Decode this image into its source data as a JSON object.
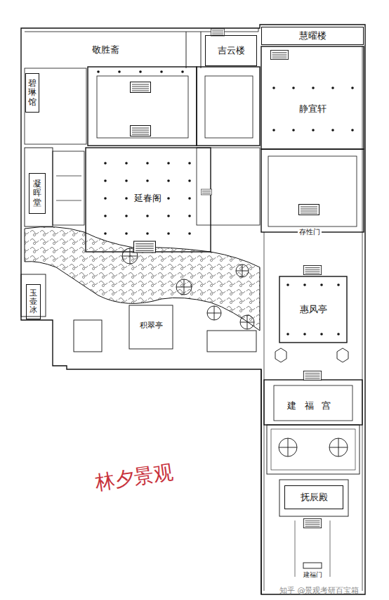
{
  "diagram": {
    "nodes": [
      {
        "text": [
          "敬胜斋"
        ]
      },
      {
        "text": [
          "吉云楼"
        ]
      },
      {
        "text": [
          "慧曜楼"
        ]
      },
      {
        "text": [
          "碧琳馆"
        ]
      },
      {
        "text": [
          "静宜轩"
        ]
      },
      {
        "text": [
          "延春阁"
        ]
      },
      {
        "text": [
          "凝晖堂"
        ]
      },
      {
        "text": [
          "存性门"
        ]
      },
      {
        "text": [
          "积翠亭"
        ]
      },
      {
        "text": [
          "玉壶冰"
        ]
      },
      {
        "text": [
          "惠风亭"
        ]
      },
      {
        "text": [
          "建福宫"
        ]
      },
      {
        "text": [
          "抚辰殿"
        ]
      },
      {
        "text": [
          "建福门"
        ]
      }
    ],
    "edges": [],
    "labels": [
      "林夕景观",
      "知乎 @景观考研百宝箱"
    ]
  }
}
